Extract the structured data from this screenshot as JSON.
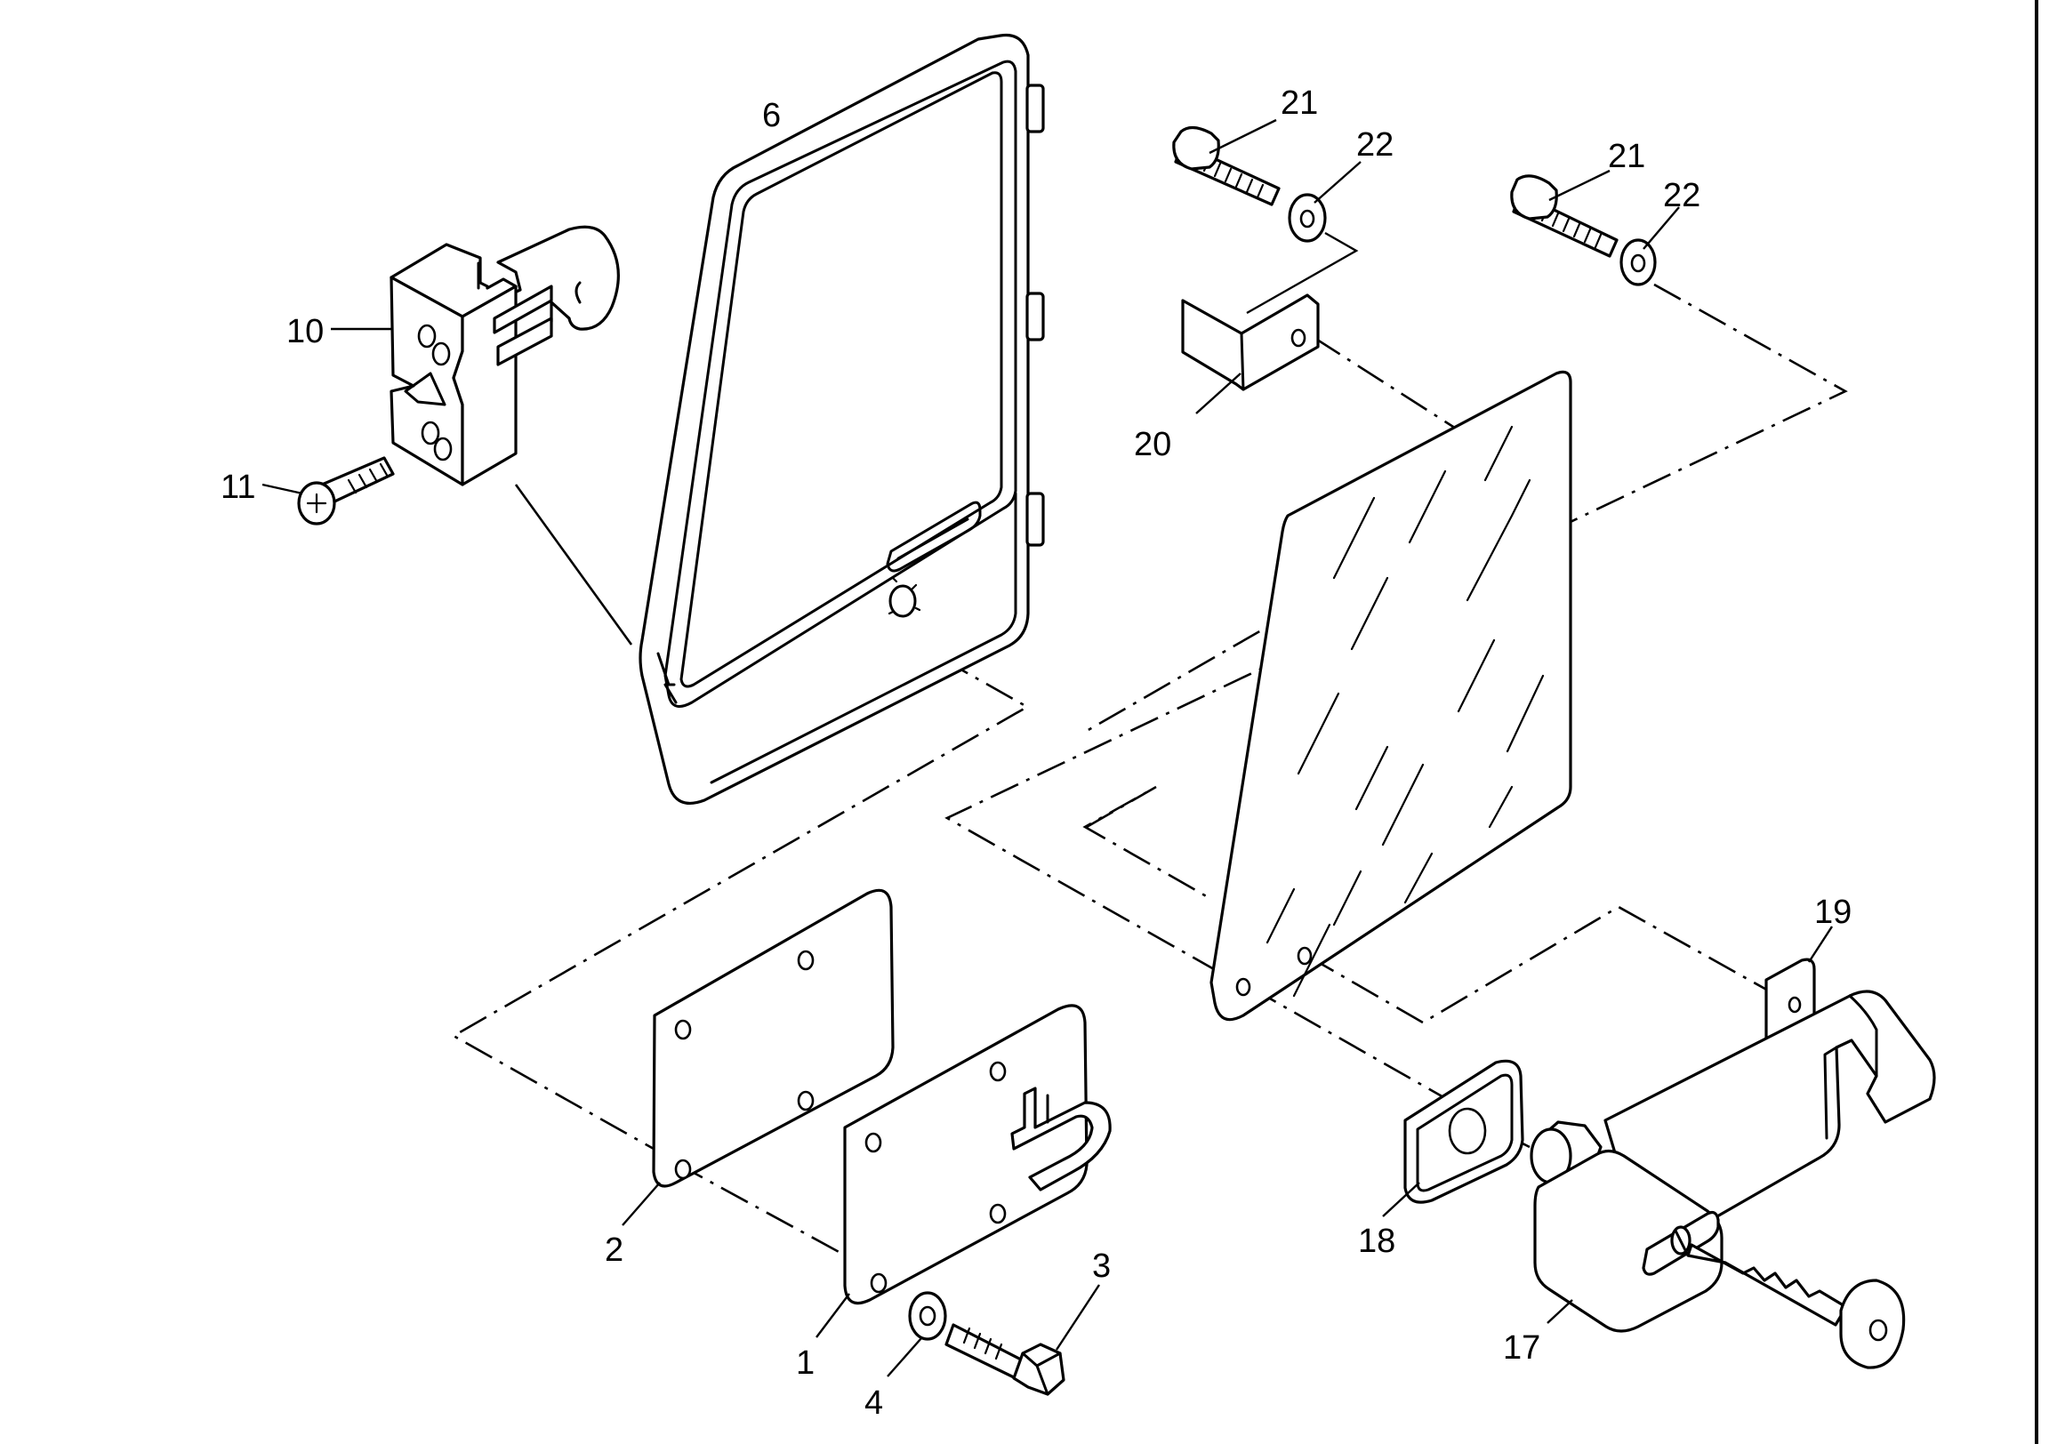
{
  "callouts": {
    "c6": "6",
    "c10": "10",
    "c11": "11",
    "c20": "20",
    "c21a": "21",
    "c22a": "22",
    "c21b": "21",
    "c22b": "22",
    "c2": "2",
    "c1": "1",
    "c4": "4",
    "c3": "3",
    "c18": "18",
    "c17": "17",
    "c19": "19"
  },
  "colors": {
    "ink": "#000000",
    "paper": "#ffffff"
  }
}
